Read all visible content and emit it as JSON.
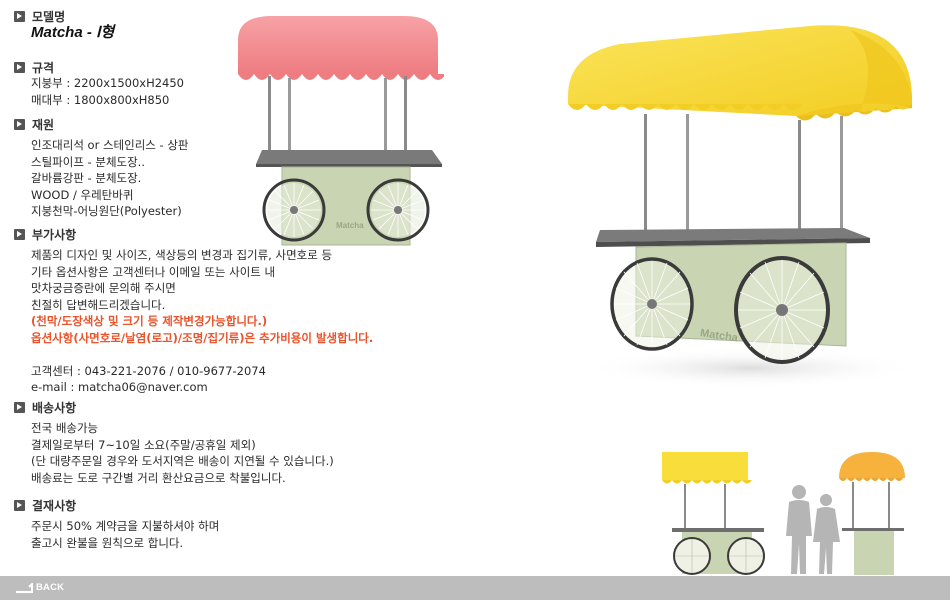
{
  "model": {
    "heading": "모델명",
    "name": "Matcha - Ⅰ형"
  },
  "size": {
    "heading": "규격",
    "lines": [
      "지붕부 : 2200x1500xH2450",
      "매대부 : 1800x800xH850"
    ]
  },
  "material": {
    "heading": "재원",
    "lines": [
      "인조대리석 or 스테인리스 - 상판",
      "스틸파이프 - 분체도장..",
      "갈바륨강판 - 분체도장.",
      "WOOD / 우레탄바퀴",
      "지붕천막-어닝원단(Polyester)"
    ]
  },
  "extra": {
    "heading": "부가사항",
    "lines": [
      "제품의 디자인 및 사이즈, 색상등의 변경과 집기류, 사면호로 등",
      "기타 옵션사항은 고객센터나 이메일 또는 사이트 내",
      "맛차궁금증란에 문의해 주시면",
      "친절히 답변해드리겠습니다."
    ],
    "notes": [
      "(천막/도장색상 및 크기 등 제작변경가능합니다.)",
      "옵션사항(사면호로/날염(로고)/조명/집기류)은 추가비용이 발생합니다."
    ],
    "contact_phone": "고객센터 : 043-221-2076 / 010-9677-2074",
    "contact_email": "e-mail : matcha06@naver.com"
  },
  "delivery": {
    "heading": "배송사항",
    "lines": [
      "전국 배송가능",
      "결제일로부터 7~10일 소요(주말/공휴일 제외)",
      "(단 대량주문일 경우와 도서지역은 배송이 지연될 수 있습니다.)",
      "배송료는 도로 구간별 거리 환산요금으로 착불입니다."
    ]
  },
  "payment": {
    "heading": "결재사항",
    "lines": [
      "주문시 50% 계약금을 지불하셔야 하며",
      "출고시 완불을 원칙으로 합니다."
    ]
  },
  "cart_logo": "Matcha",
  "footer": {
    "back_label": "BACK"
  },
  "colors": {
    "pink_canopy": "#f38a8e",
    "yellow_canopy": "#f9dd3a",
    "orange_canopy": "#f6b23c",
    "cart_body": "#c8d4b2",
    "counter_top": "#6e6e6e",
    "accent_red": "#e8542b"
  }
}
